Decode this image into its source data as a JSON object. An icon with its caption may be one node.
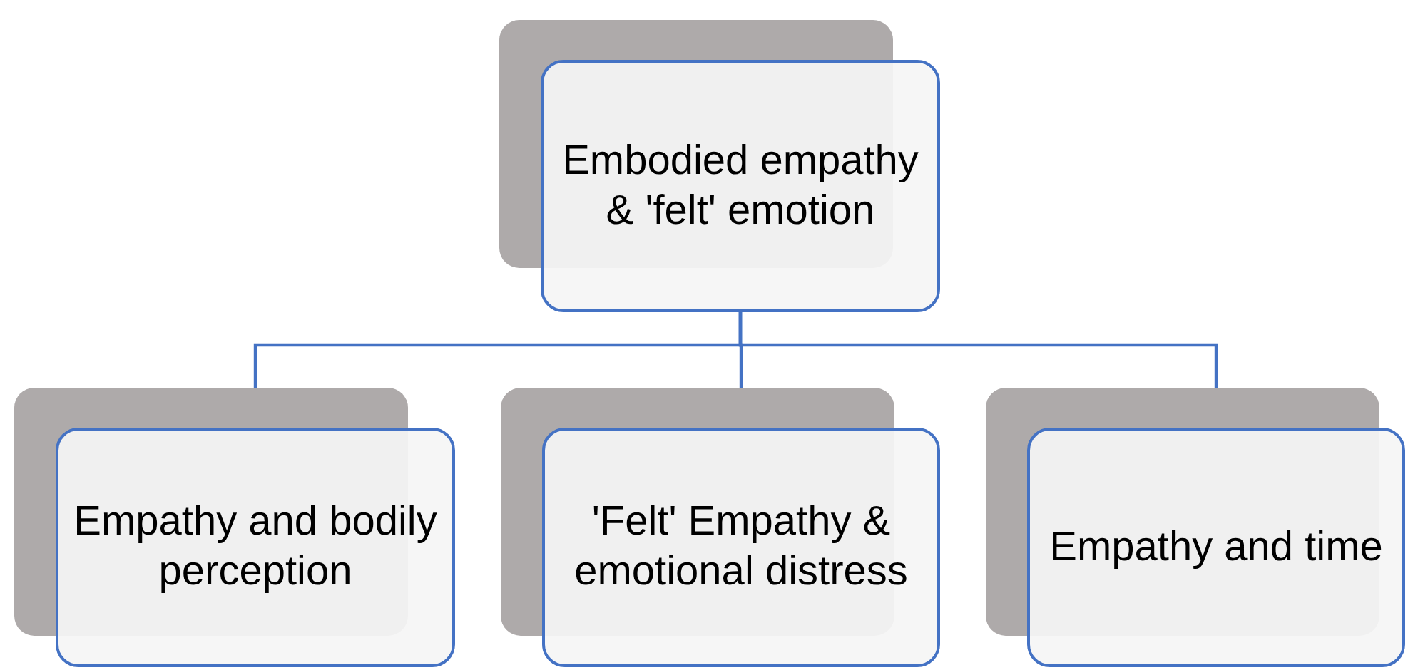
{
  "diagram": {
    "nodes": [
      {
        "text": [
          "Embodied empathy & 'felt' emotion"
        ]
      },
      {
        "text": [
          "Empathy and bodily perception"
        ]
      },
      {
        "text": [
          "'Felt' Empathy & emotional distress"
        ]
      },
      {
        "text": [
          "Empathy and time"
        ]
      }
    ],
    "edges": [
      {
        "from": 0,
        "to": 1,
        "arrow": "none"
      },
      {
        "from": 0,
        "to": 2,
        "arrow": "none"
      },
      {
        "from": 0,
        "to": 3,
        "arrow": "none"
      }
    ]
  }
}
